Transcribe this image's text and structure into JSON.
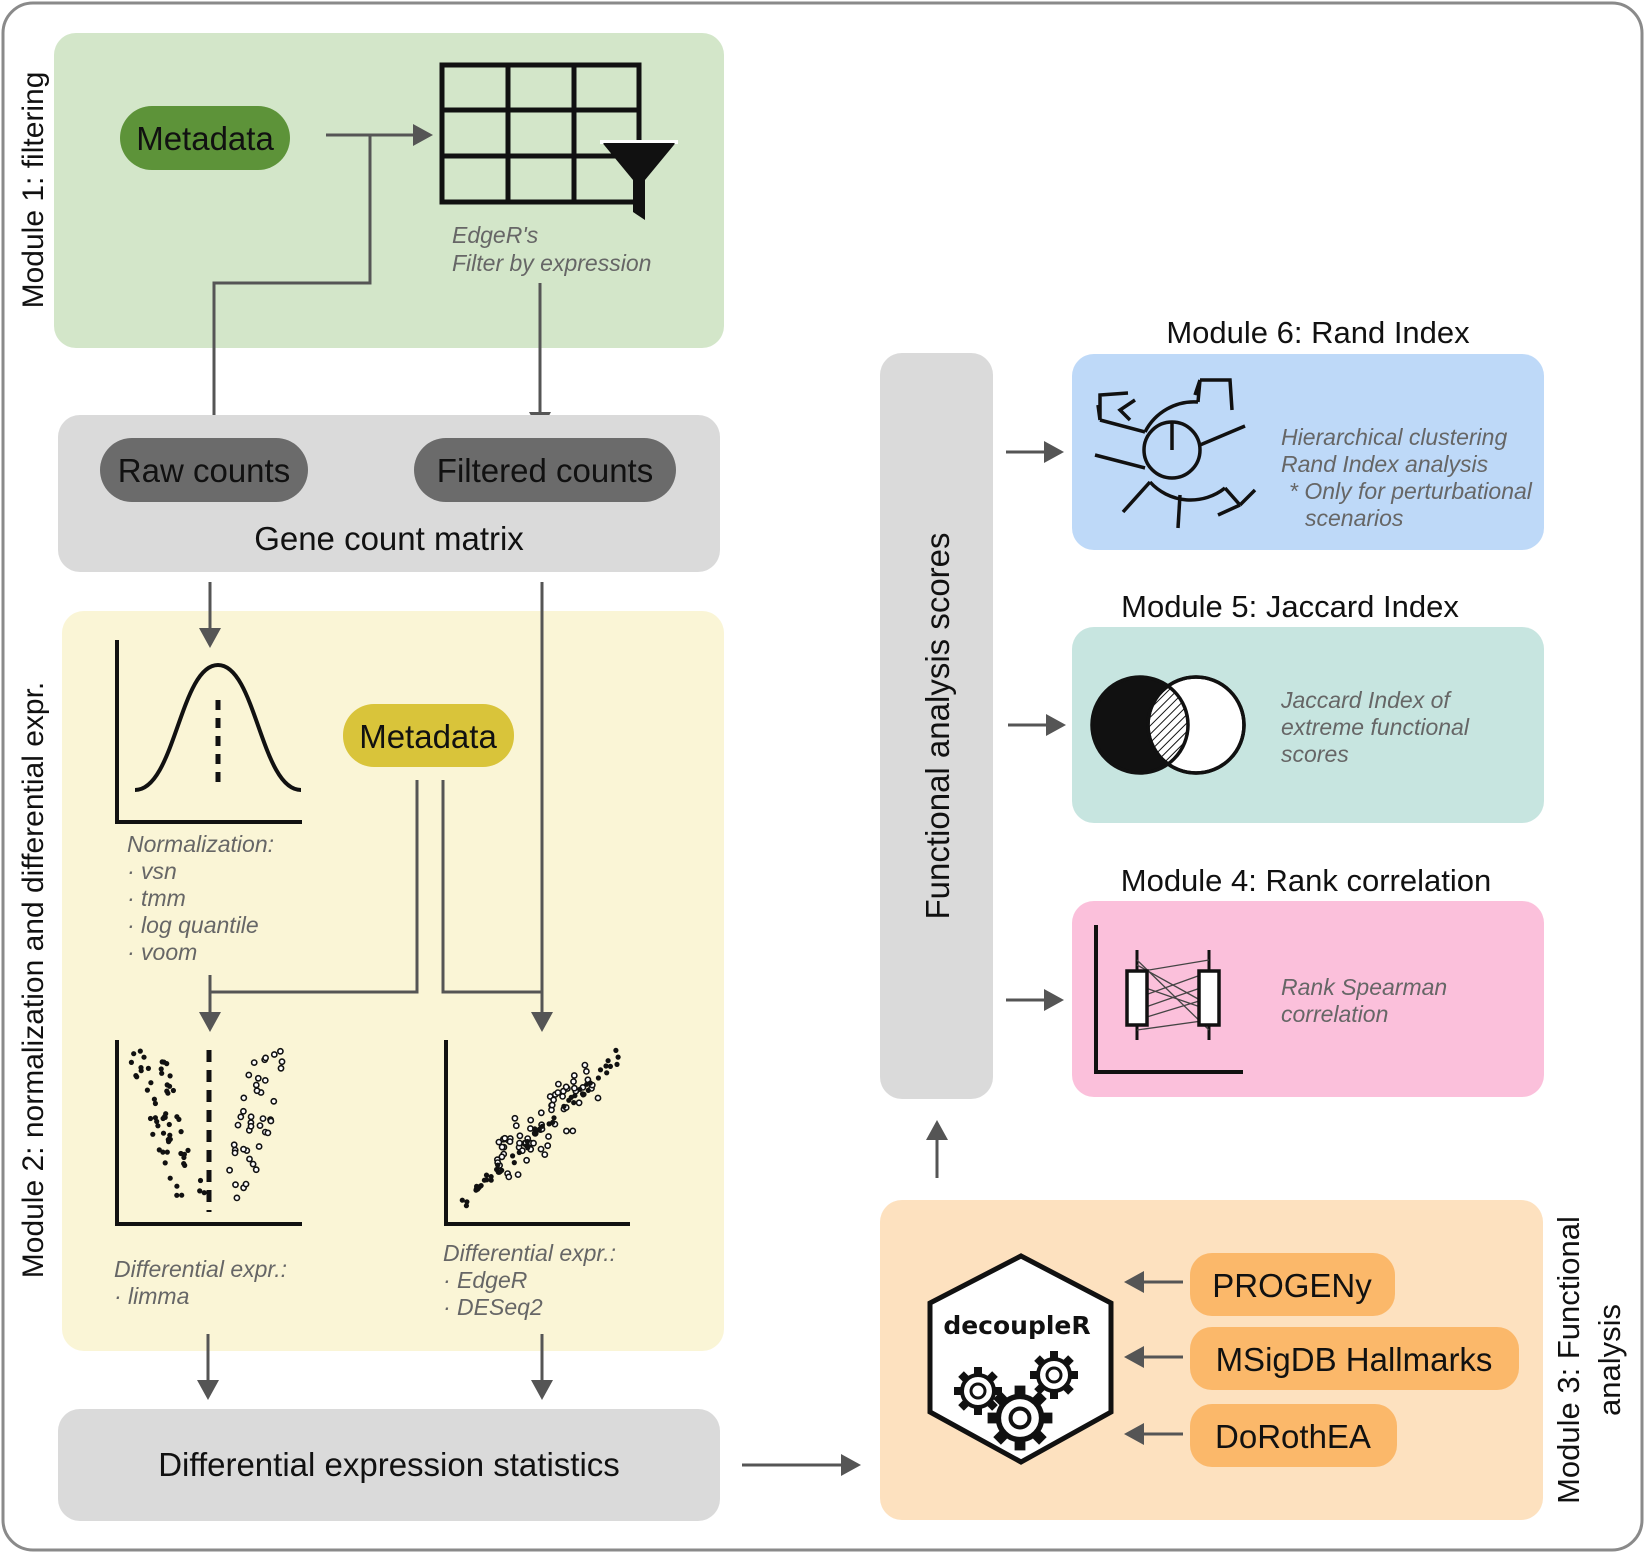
{
  "module1": {
    "title": "Module 1: filtering",
    "metadata_label": "Metadata",
    "caption_line1": "EdgeR's",
    "caption_line2": "Filter by expression"
  },
  "gene_count": {
    "raw_label": "Raw counts",
    "filtered_label": "Filtered counts",
    "title": "Gene count matrix"
  },
  "module2": {
    "title": "Module 2: normalization and differential expr.",
    "metadata_label": "Metadata",
    "normalization": {
      "heading": "Normalization:",
      "methods": [
        "· vsn",
        "· tmm",
        "· log quantile",
        "· voom"
      ]
    },
    "de_left": {
      "heading": "Differential expr.:",
      "methods": [
        "· limma"
      ]
    },
    "de_right": {
      "heading": "Differential expr.:",
      "methods": [
        "· EdgeR",
        "· DESeq2"
      ]
    }
  },
  "de_stats": {
    "title": "Differential expression statistics"
  },
  "functional_scores": {
    "title": "Functional analysis scores"
  },
  "module6": {
    "title": "Module 6: Rand Index",
    "desc": [
      "Hierarchical clustering",
      "Rand Index analysis"
    ],
    "note": [
      "* Only for perturbational",
      "scenarios"
    ]
  },
  "module5": {
    "title": "Module 5: Jaccard Index",
    "desc": [
      "Jaccard Index of",
      "extreme functional",
      "scores"
    ]
  },
  "module4": {
    "title": "Module 4: Rank correlation",
    "desc": [
      "Rank Spearman",
      "correlation"
    ]
  },
  "module3": {
    "title_line1": "Module 3: Functional",
    "title_line2": "analysis",
    "logo_text": "decoupleR",
    "resources": [
      "PROGENy",
      "MSigDB Hallmarks",
      "DoRothEA"
    ]
  },
  "colors": {
    "module1_bg": "#d3e6c9",
    "module2_bg": "#faf5d6",
    "grey_box": "#dadada",
    "module6_bg": "#bed9f8",
    "module5_bg": "#c7e5e0",
    "module4_bg": "#fbc0db",
    "module3_bg": "#fde1bf",
    "metadata_green": "#5d9339",
    "metadata_yellow": "#d9c43a",
    "resource_orange": "#fbb86a",
    "pill_grey": "#6b6b6b"
  }
}
